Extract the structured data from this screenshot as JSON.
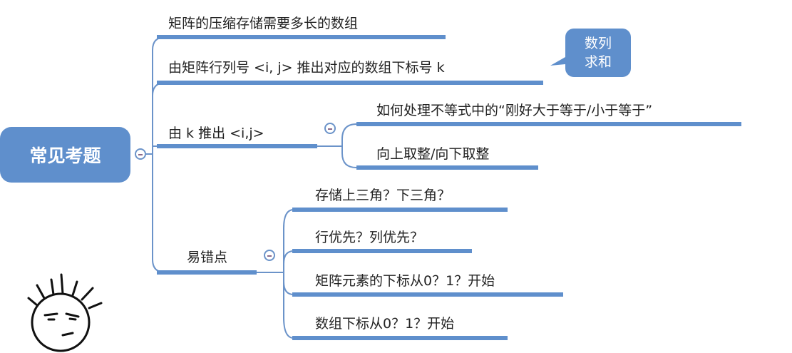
{
  "root": {
    "label": "常见考题"
  },
  "branches": [
    {
      "label": "矩阵的压缩存储需要多长的数组"
    },
    {
      "label": "由矩阵行列号 <i, j> 推出对应的数组下标号 k"
    },
    {
      "label": "由 k 推出 <i,j>",
      "children": [
        {
          "label": "如何处理不等式中的“刚好大于等于/小于等于”"
        },
        {
          "label": "向上取整/向下取整"
        }
      ]
    },
    {
      "label": "易错点",
      "children": [
        {
          "label": "存储上三角？下三角？"
        },
        {
          "label": "行优先？列优先？"
        },
        {
          "label": "矩阵元素的下标从0？1？开始"
        },
        {
          "label": "数组下标从0？1？开始"
        }
      ]
    }
  ],
  "callout": {
    "line1": "数列",
    "line2": "求和"
  },
  "colors": {
    "accent": "#5f8fcc"
  }
}
